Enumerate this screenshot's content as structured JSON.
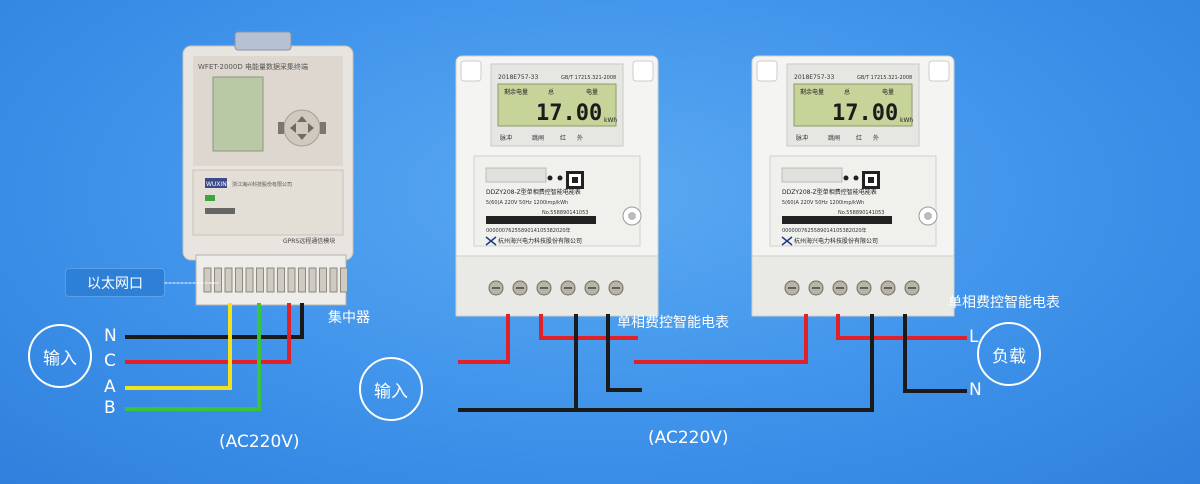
{
  "labels": {
    "ethernet": "以太网口",
    "concentrator": "集中器",
    "meter1": "单相费控智能电表",
    "meter2": "单相费控智能电表",
    "input_left": "输入",
    "input_mid": "输入",
    "load": "负载",
    "ac_left": "(AC220V)",
    "ac_right": "(AC220V)",
    "wire_n": "N",
    "wire_c": "C",
    "wire_a": "A",
    "wire_b": "B",
    "wire_l_out": "L",
    "wire_n_out": "N"
  },
  "concentrator_device": {
    "model": "WFET-2000D 电能量数据采集终端",
    "brand": "WUXINY",
    "company": "浙江海兴科技股份有限公司",
    "module": "GPRS远程通信模块"
  },
  "meters": [
    {
      "cert": "2018E757-33",
      "std": "GB/T 17215.321-2008",
      "lcd_top": [
        "剩余电量",
        "总",
        "电量"
      ],
      "reading": "17.00",
      "unit": "kWh",
      "indicators": [
        "脉冲",
        "跳闸",
        "红",
        "外"
      ],
      "model": "DDZY208-Z型单相费控智能电能表",
      "spec": "5(60)A 220V 50Hz 1200imp/kWh",
      "serial": "No.558890141053",
      "barcode_no": "0000007625589014105382020年",
      "company": "杭州海兴电力科技股份有限公司"
    },
    {
      "cert": "2018E757-33",
      "std": "GB/T 17215.321-2008",
      "lcd_top": [
        "剩余电量",
        "总",
        "电量"
      ],
      "reading": "17.00",
      "unit": "kWh",
      "indicators": [
        "脉冲",
        "跳闸",
        "红",
        "外"
      ],
      "model": "DDZY208-Z型单相费控智能电能表",
      "spec": "5(60)A 220V 50Hz 1200imp/kWh",
      "serial": "No.558890141053",
      "barcode_no": "0000007625589014105382020年",
      "company": "杭州海兴电力科技股份有限公司"
    }
  ],
  "colors": {
    "wire_neutral": "#1a1a1a",
    "wire_red": "#e0212a",
    "wire_yellow": "#f3e21b",
    "wire_green": "#39c43b"
  }
}
